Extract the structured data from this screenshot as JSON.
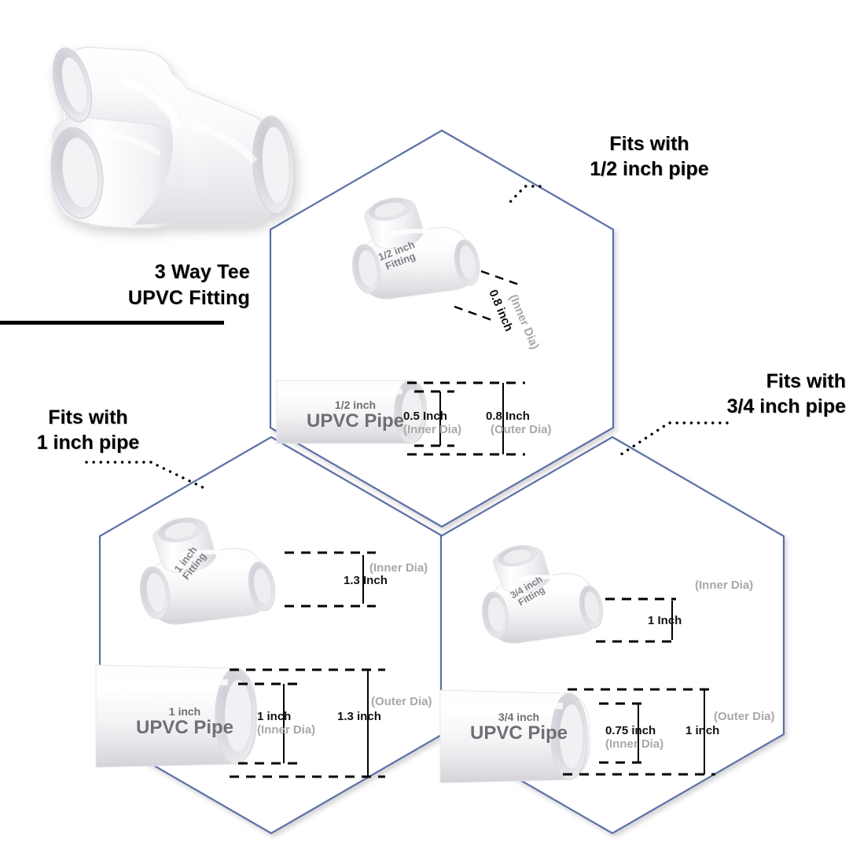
{
  "product": {
    "title_line1": "3 Way Tee",
    "title_line2": "UPVC Fitting",
    "hero_alt": "3-way tee upvc fitting"
  },
  "callouts": [
    {
      "id": "half",
      "line1": "Fits with",
      "line2": "1/2 inch pipe"
    },
    {
      "id": "three4",
      "line1": "Fits with",
      "line2": "3/4 inch pipe"
    },
    {
      "id": "one",
      "line1": "Fits with",
      "line2": "1 inch pipe"
    }
  ],
  "panels": [
    {
      "id": "half-inch",
      "size": "1/2 inch",
      "fitting": {
        "label_line1": "1/2 inch",
        "label_line2": "Fitting",
        "inner_dia_value": "0.8 inch",
        "inner_dia_note": "(Inner Dia)"
      },
      "pipe": {
        "label_line1": "1/2 inch",
        "label_line2": "UPVC Pipe",
        "inner_dia_value": "0.5 Inch",
        "inner_dia_note": "(Inner Dia)",
        "outer_dia_value": "0.8 Inch",
        "outer_dia_note": "(Outer Dia)"
      }
    },
    {
      "id": "one-inch",
      "size": "1 inch",
      "fitting": {
        "label_line1": "1 inch",
        "label_line2": "Fitting",
        "inner_dia_value": "1.3 Inch",
        "inner_dia_note": "(Inner Dia)"
      },
      "pipe": {
        "label_line1": "1 inch",
        "label_line2": "UPVC Pipe",
        "inner_dia_value": "1 inch",
        "inner_dia_note": "(Inner Dia)",
        "outer_dia_value": "1.3 inch",
        "outer_dia_note": "(Outer Dia)"
      }
    },
    {
      "id": "three-quarter-inch",
      "size": "3/4 inch",
      "fitting": {
        "label_line1": "3/4 inch",
        "label_line2": "Fitting",
        "inner_dia_value": "1 Inch",
        "inner_dia_note": "(Inner Dia)"
      },
      "pipe": {
        "label_line1": "3/4 inch",
        "label_line2": "UPVC Pipe",
        "inner_dia_value": "0.75 inch",
        "inner_dia_note": "(Inner Dia)",
        "outer_dia_value": "1 inch",
        "outer_dia_note": "(Outer Dia)"
      }
    }
  ],
  "colors": {
    "hex_outline": "#5b6fa8",
    "text_primary": "#000000",
    "text_muted": "#a8a8a8",
    "pipe_label": "#6f6f74",
    "background": "#ffffff"
  }
}
